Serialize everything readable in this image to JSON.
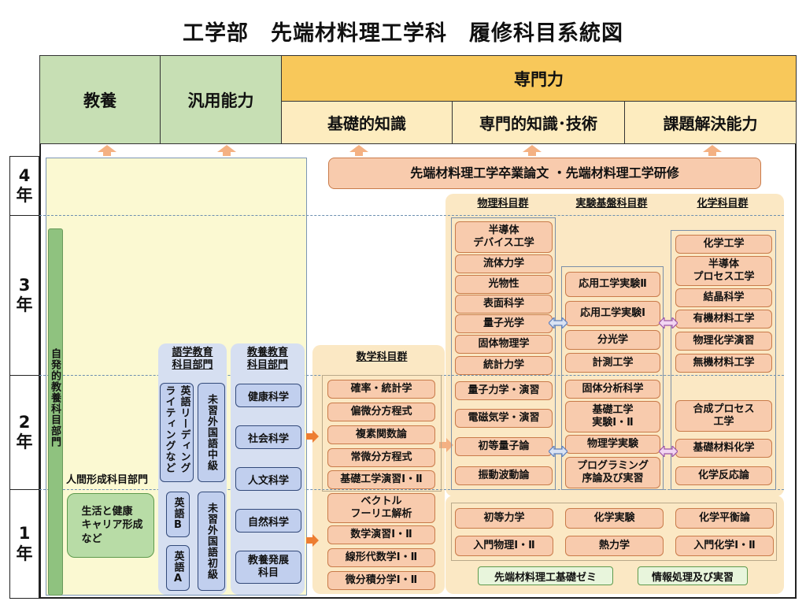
{
  "title": "工学部　先端材料理工学科　履修科目系統図",
  "header": {
    "kyoyo": "教養",
    "hanyo": "汎用能力",
    "senmon": "専門力",
    "kiso": "基礎的知識",
    "gijutsu": "専門的知識･技術",
    "kadai": "課題解決能力"
  },
  "years": [
    {
      "num": "4",
      "label": "年"
    },
    {
      "num": "3",
      "label": "年"
    },
    {
      "num": "2",
      "label": "年"
    },
    {
      "num": "1",
      "label": "年"
    }
  ],
  "thesis": "先端材料理工学卒業論文 ・先端材料理工学研修",
  "jihatsu": "自発的教養科目部門",
  "ningen": {
    "label": "人間形成科目部門",
    "course": "生活と健康\nキャリア形成\nなど"
  },
  "gogaku": {
    "head": "語学教育\n科目部門",
    "items": [
      "英語リーディングライティングなど",
      "未習外国語中級",
      "英語B",
      "未習外国語初級",
      "英語A"
    ]
  },
  "kyoyo_dept": {
    "head": "教養教育\n科目部門",
    "items": [
      "健康科学",
      "社会科学",
      "人文科学",
      "自然科学",
      "教養発展\n科目"
    ]
  },
  "math": {
    "head": "数学科目群",
    "items": [
      "確率・統計学",
      "偏微分方程式",
      "複素関数論",
      "常微分方程式",
      "基礎工学演習Ⅰ・Ⅱ",
      "ベクトル\nフーリエ解析",
      "数学演習Ⅰ・Ⅱ",
      "線形代数学Ⅰ・Ⅱ",
      "微分積分学Ⅰ・Ⅱ"
    ]
  },
  "physics": {
    "head": "物理科目群",
    "items": [
      "半導体\nデバイス工学",
      "流体力学",
      "光物性",
      "表面科学",
      "量子光学",
      "固体物理学",
      "統計力学",
      "量子力学・演習",
      "電磁気学・演習",
      "初等量子論",
      "振動波動論"
    ]
  },
  "experiment": {
    "head": "実験基盤科目群",
    "items": [
      "応用工学実験Ⅱ",
      "応用工学実験Ⅰ",
      "分光学",
      "計測工学",
      "固体分析科学",
      "基礎工学\n実験Ⅰ・Ⅱ",
      "物理学実験",
      "プログラミング\n序論及び実習"
    ]
  },
  "chemistry": {
    "head": "化学科目群",
    "items": [
      "化学工学",
      "半導体\nプロセス工学",
      "結晶科学",
      "有機材料工学",
      "物理化学演習",
      "無機材料工学",
      "合成プロセス\n工学",
      "基礎材料化学",
      "化学反応論"
    ]
  },
  "year1": {
    "items": [
      "初等力学",
      "化学実験",
      "化学平衡論",
      "入門物理Ⅰ・Ⅱ",
      "熱力学",
      "入門化学Ⅰ・Ⅱ"
    ],
    "green": [
      "先端材料理工基礎ゼミ",
      "情報処理及び実習"
    ]
  }
}
